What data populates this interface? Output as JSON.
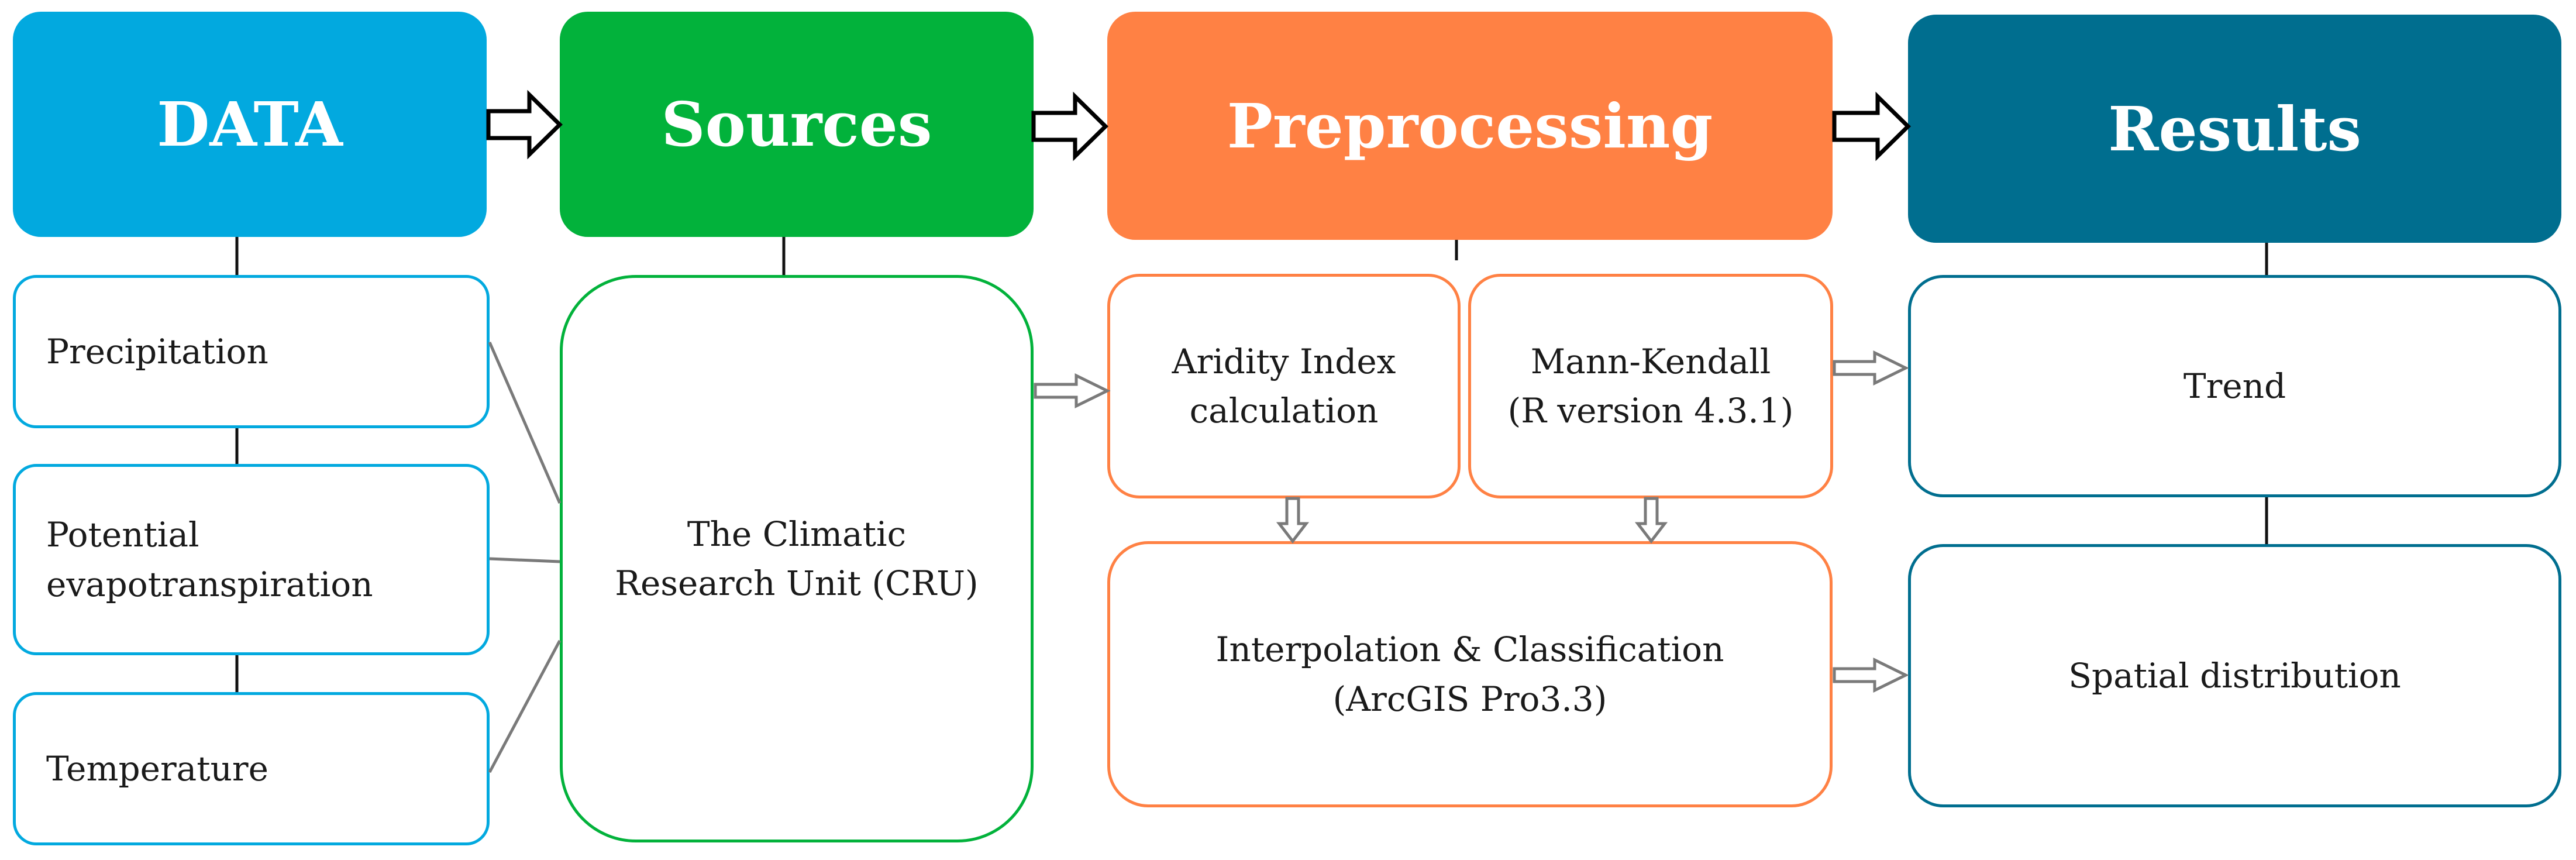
{
  "colors": {
    "data": "#02a9df",
    "sources": "#02b23b",
    "preprocessing": "#ff8144",
    "results": "#006e8f"
  },
  "headers": {
    "data": "DATA",
    "sources": "Sources",
    "preprocessing": "Preprocessing",
    "results": "Results"
  },
  "data_items": [
    "Precipitation",
    "Potential\nevapotranspiration",
    "Temperature"
  ],
  "sources_item": "The Climatic\nResearch Unit (CRU)",
  "preprocessing_items": {
    "aridity": "Aridity Index\ncalculation",
    "mann_kendall": "Mann-Kendall\n(R version 4.3.1)",
    "interpolation": "Interpolation & Classification\n(ArcGIS Pro3.3)"
  },
  "results_items": [
    "Trend",
    "Spatial distribution"
  ]
}
